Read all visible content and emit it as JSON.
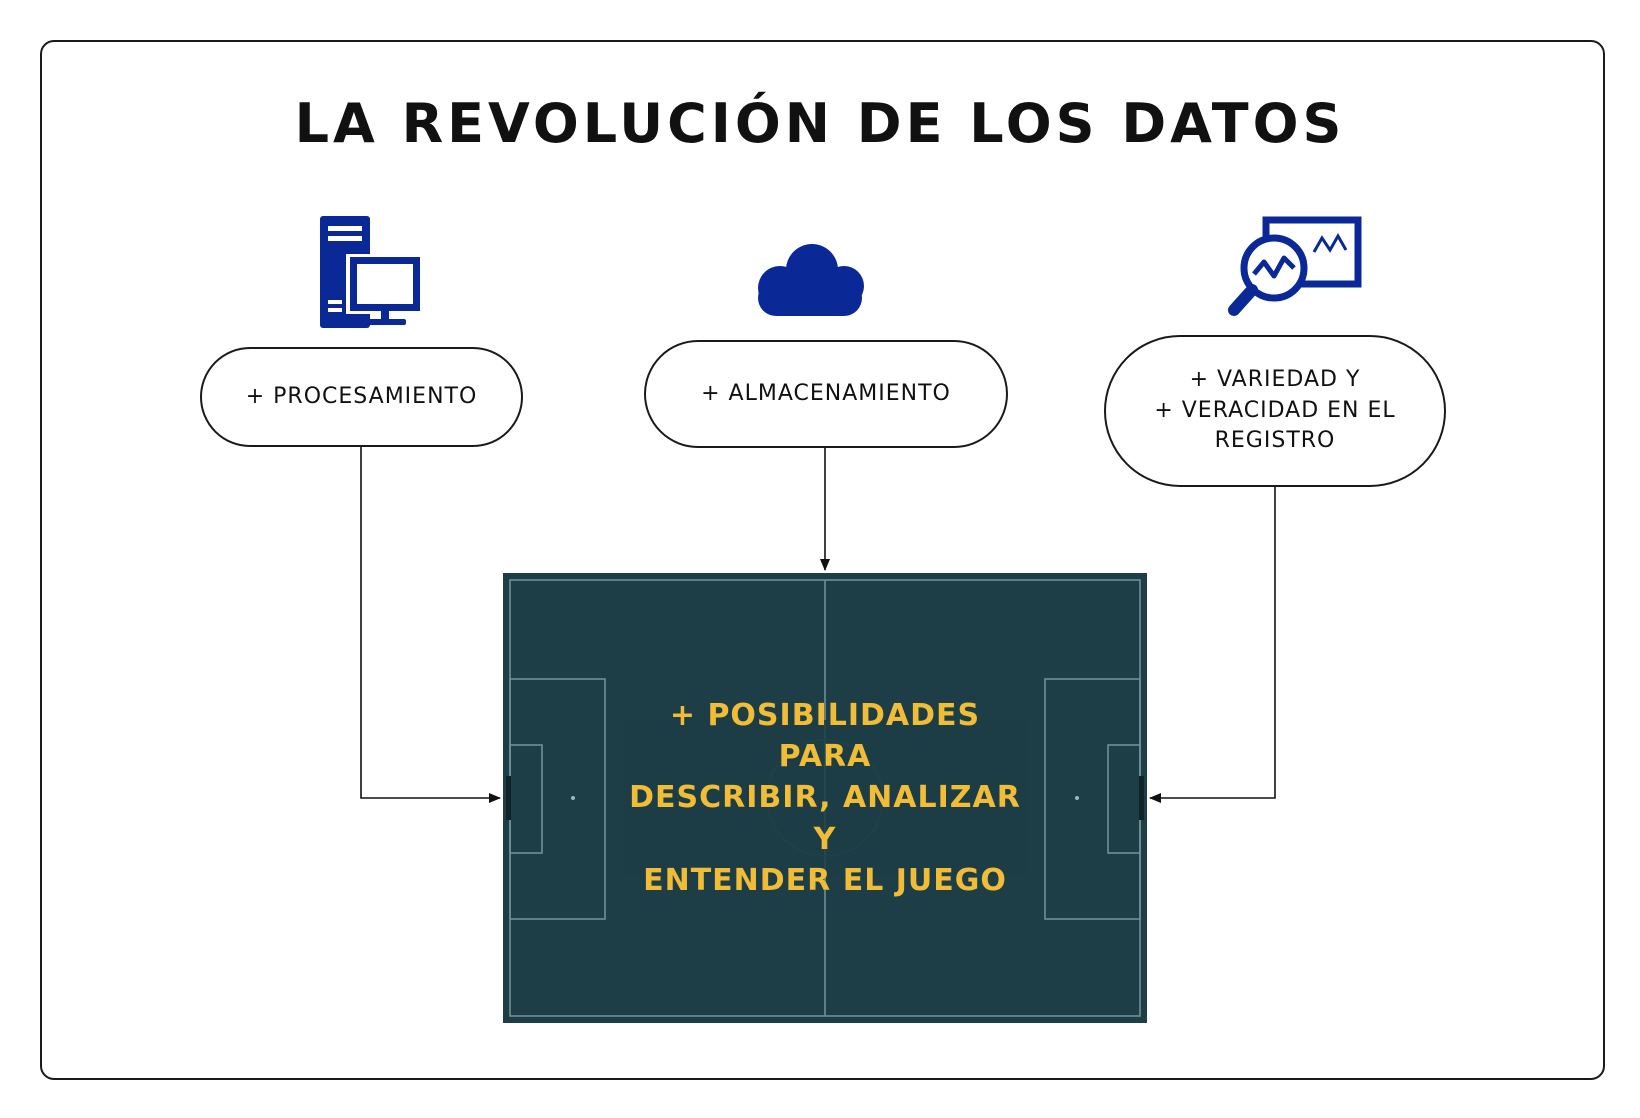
{
  "title": "LA REVOLUCIÓN DE LOS DATOS",
  "colors": {
    "icon": "#0a2896",
    "pitch_background": "#1d3d47",
    "pitch_lines": "#6f8f99",
    "highlight_text": "#f1bd36",
    "border": "#1a1a1a"
  },
  "nodes": [
    {
      "id": "procesamiento",
      "icon": "computer-tower-icon",
      "label": "+ PROCESAMIENTO"
    },
    {
      "id": "almacenamiento",
      "icon": "cloud-icon",
      "label": "+ ALMACENAMIENTO"
    },
    {
      "id": "variedad",
      "icon": "analytics-magnifier-icon",
      "label": "+ VARIEDAD Y\n+ VERACIDAD EN EL\nREGISTRO"
    }
  ],
  "target": {
    "icon": "football-pitch",
    "label": "+ POSIBILIDADES PARA\nDESCRIBIR, ANALIZAR Y\nENTENDER EL JUEGO"
  },
  "edges": [
    {
      "from": "procesamiento",
      "to": "target"
    },
    {
      "from": "almacenamiento",
      "to": "target"
    },
    {
      "from": "variedad",
      "to": "target"
    }
  ]
}
